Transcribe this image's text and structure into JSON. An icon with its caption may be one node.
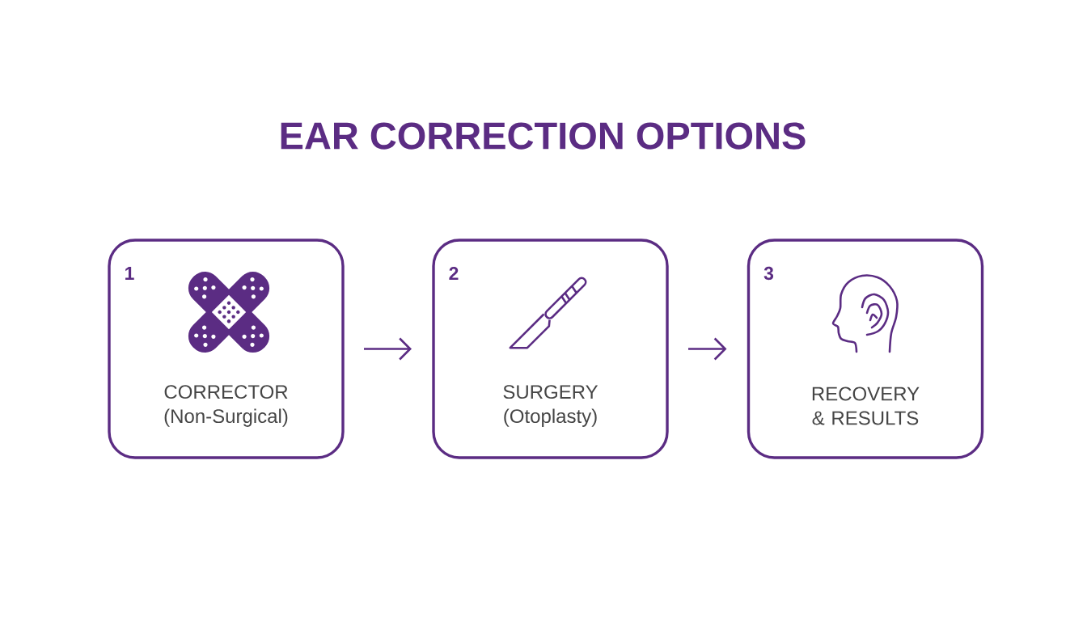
{
  "diagram": {
    "title": "EAR CORRECTION OPTIONS",
    "nodes": [
      {
        "text": [
          "1",
          "CORRECTOR (Non-Surgical)"
        ]
      },
      {
        "text": [
          "2",
          "SURGERY (Otoplasty)"
        ]
      },
      {
        "text": [
          "3",
          "RECOVERY & RESULTS"
        ]
      }
    ],
    "edges": [
      {
        "from": 0,
        "to": 1,
        "arrow": "to"
      },
      {
        "from": 1,
        "to": 2,
        "arrow": "to"
      }
    ]
  }
}
